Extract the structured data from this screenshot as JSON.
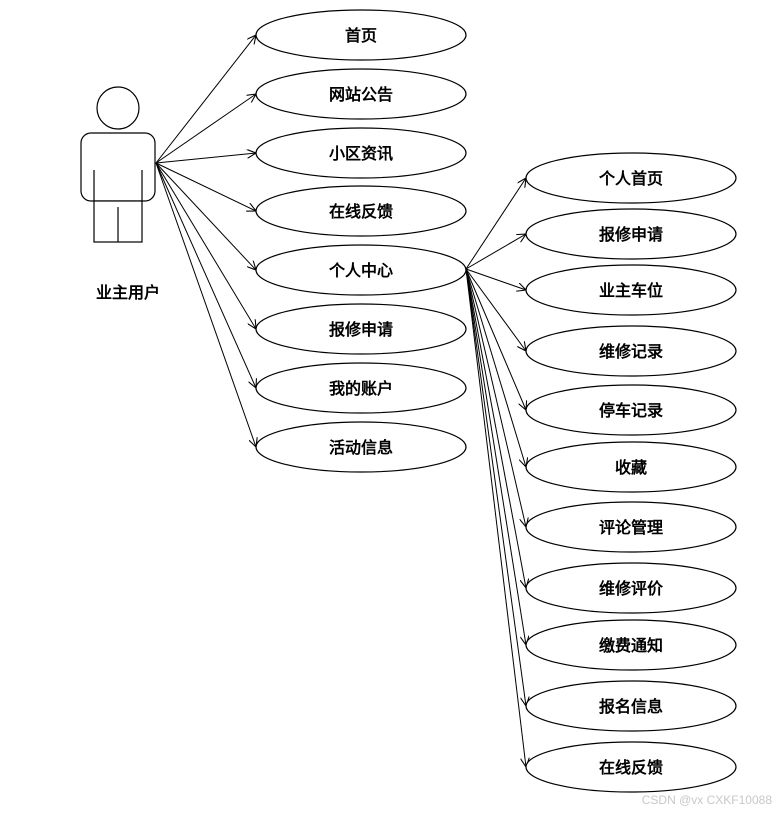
{
  "actor": {
    "label": "业主用户"
  },
  "primary_use_cases": [
    {
      "id": "home",
      "label": "首页"
    },
    {
      "id": "notice",
      "label": "网站公告"
    },
    {
      "id": "community-news",
      "label": "小区资讯"
    },
    {
      "id": "online-feedback",
      "label": "在线反馈"
    },
    {
      "id": "personal-center",
      "label": "个人中心"
    },
    {
      "id": "repair-apply",
      "label": "报修申请"
    },
    {
      "id": "my-account",
      "label": "我的账户"
    },
    {
      "id": "activity-info",
      "label": "活动信息"
    }
  ],
  "personal_center_use_cases": [
    {
      "id": "pc-home",
      "label": "个人首页"
    },
    {
      "id": "pc-repair-apply",
      "label": "报修申请"
    },
    {
      "id": "pc-parking-space",
      "label": "业主车位"
    },
    {
      "id": "pc-repair-record",
      "label": "维修记录"
    },
    {
      "id": "pc-parking-record",
      "label": "停车记录"
    },
    {
      "id": "pc-favorites",
      "label": "收藏"
    },
    {
      "id": "pc-comment-manage",
      "label": "评论管理"
    },
    {
      "id": "pc-repair-review",
      "label": "维修评价"
    },
    {
      "id": "pc-payment-notice",
      "label": "缴费通知"
    },
    {
      "id": "pc-signup-info",
      "label": "报名信息"
    },
    {
      "id": "pc-online-feedback",
      "label": "在线反馈"
    }
  ],
  "watermark": "CSDN @vx   CXKF10088"
}
